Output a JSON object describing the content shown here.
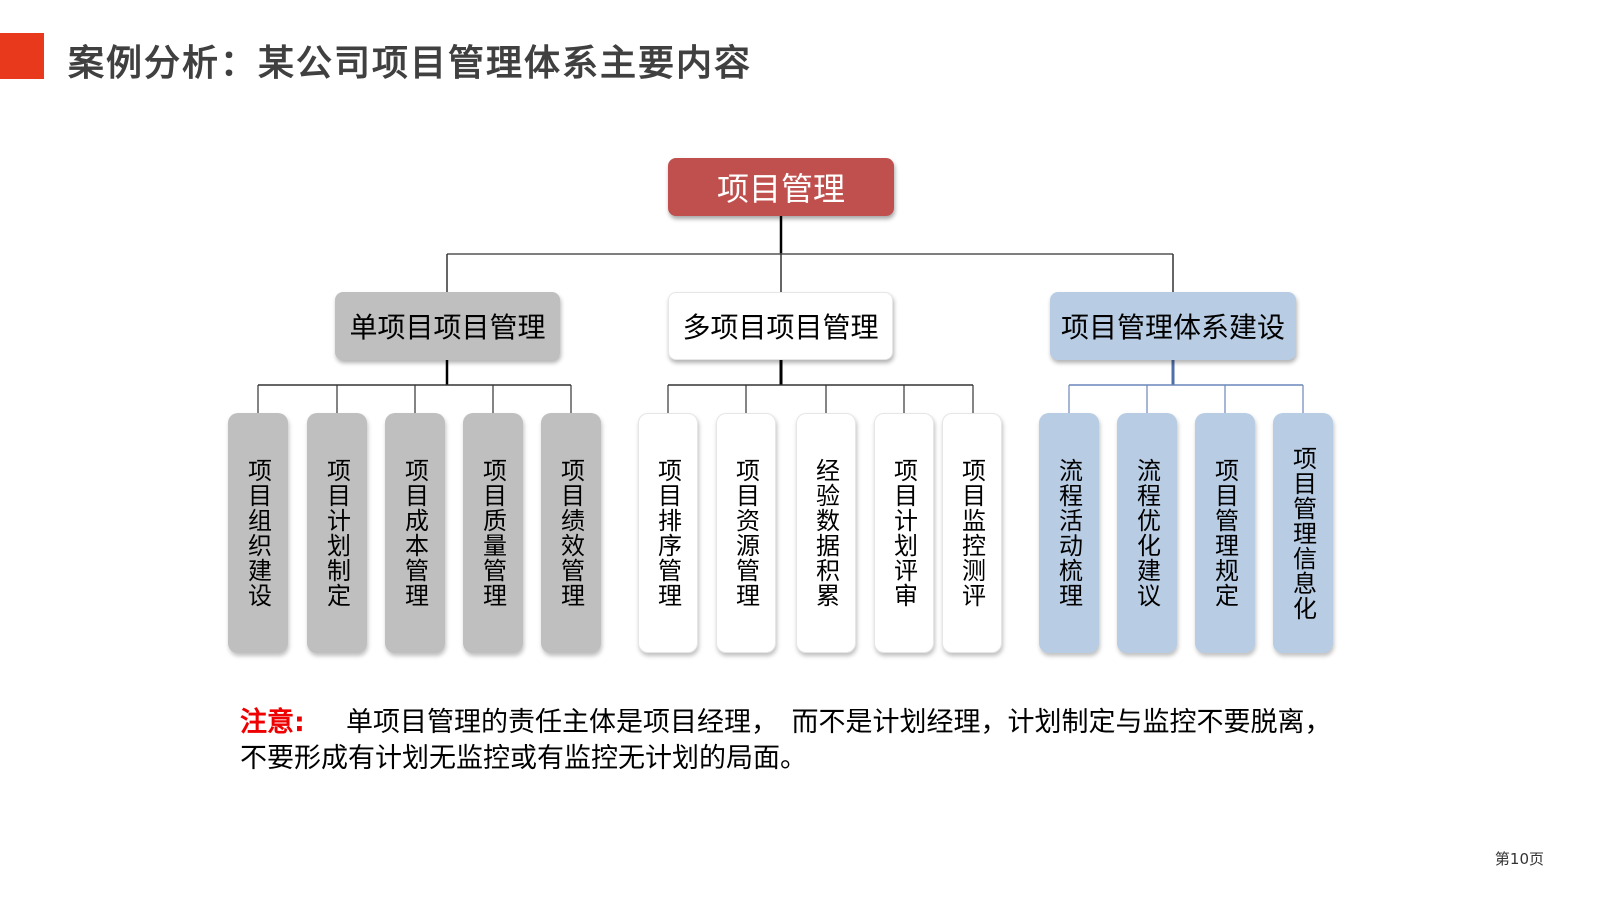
{
  "header": {
    "title": "案例分析：某公司项目管理体系主要内容",
    "accent_color": "#e8391c"
  },
  "diagram": {
    "root": {
      "label": "项目管理",
      "color": "#c0504d"
    },
    "branches": [
      {
        "label": "单项目项目管理",
        "color": "#bfbfbf",
        "children": [
          "项目组织建设",
          "项目计划制定",
          "项目成本管理",
          "项目质量管理",
          "项目绩效管理"
        ]
      },
      {
        "label": "多项目项目管理",
        "color": "#ffffff",
        "children": [
          "项目排序管理",
          "项目资源管理",
          "经验数据积累",
          "项目计划评审",
          "项目监控测评"
        ]
      },
      {
        "label": "项目管理体系建设",
        "color": "#b8cce4",
        "children": [
          "流程活动梳理",
          "流程优化建议",
          "项目管理规定",
          "项目管理信息化"
        ]
      }
    ]
  },
  "note": {
    "label": "注意:",
    "text": "单项目管理的责任主体是项目经理，　而不是计划经理，计划制定与监控不要脱离，不要形成有计划无监控或有监控无计划的局面。"
  },
  "footer": {
    "page_number": "第10页"
  }
}
